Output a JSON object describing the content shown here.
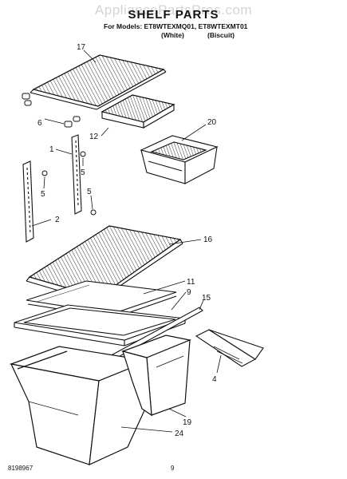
{
  "header": {
    "watermark": "AppliancePartsPros.com",
    "title": "SHELF PARTS",
    "models_line": "For Models: ET8WTEXMQ01, ET8WTEXMT01",
    "variant_1": "(White)",
    "variant_2": "(Biscuit)"
  },
  "callouts": [
    "17",
    "6",
    "12",
    "20",
    "1",
    "5",
    "5",
    "5",
    "2",
    "16",
    "11",
    "9",
    "15",
    "4",
    "19",
    "24"
  ],
  "footer": {
    "doc_number": "8198967",
    "page_number": "9"
  }
}
